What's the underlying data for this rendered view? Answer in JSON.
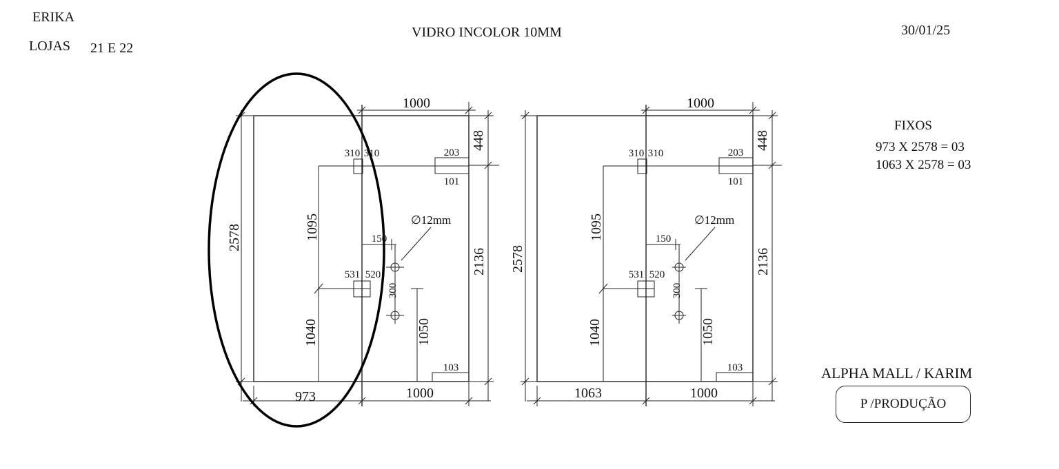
{
  "header": {
    "client": "ERIKA",
    "stores_label": "LOJAS",
    "stores_value": "21 E 22",
    "title": "VIDRO INCOLOR 10MM",
    "date": "30/01/25"
  },
  "summary": {
    "heading": "FIXOS",
    "items": [
      "973 X 2578 = 03",
      "1063 X 2578 = 03"
    ]
  },
  "project": {
    "client_site": "ALPHA MALL / KARIM",
    "badge": "P /PRODUÇÃO"
  },
  "drawings": [
    {
      "width_fixed": "973",
      "width_door": "1000",
      "top_width": "1000",
      "total_height": "2578",
      "door_height": "2136",
      "top_offset": "448",
      "hinge_top_left": "310",
      "hinge_top_right": "310",
      "top_clip_width": "203",
      "top_clip_height": "101",
      "dim_upper": "1095",
      "dim_lower": "1040",
      "hole_diameter": "∅12mm",
      "handle_offset": "150",
      "hinge_mid_left": "531",
      "hinge_mid_right": "520",
      "handle_spacing": "300",
      "handle_height": "1050",
      "bottom_clip": "103"
    },
    {
      "width_fixed": "1063",
      "width_door": "1000",
      "top_width": "1000",
      "total_height": "2578",
      "door_height": "2136",
      "top_offset": "448",
      "hinge_top_left": "310",
      "hinge_top_right": "310",
      "top_clip_width": "203",
      "top_clip_height": "101",
      "dim_upper": "1095",
      "dim_lower": "1040",
      "hole_diameter": "∅12mm",
      "handle_offset": "150",
      "hinge_mid_left": "531",
      "hinge_mid_right": "520",
      "handle_spacing": "300",
      "handle_height": "1050",
      "bottom_clip": "103"
    }
  ]
}
